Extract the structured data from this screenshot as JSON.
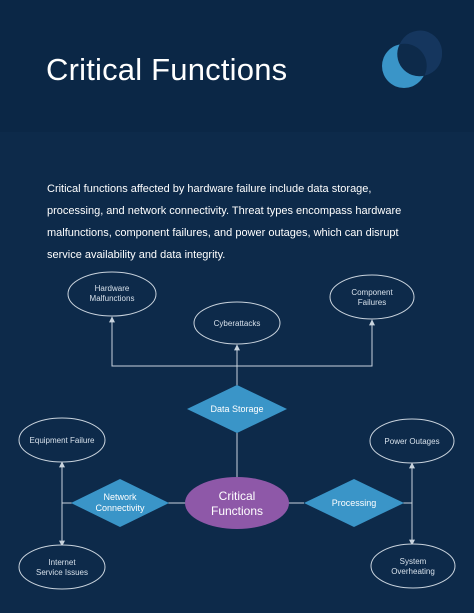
{
  "header": {
    "title": "Critical Functions"
  },
  "intro": {
    "text": "Critical functions affected by hardware failure include data storage, processing, and network connectivity. Threat types encompass hardware malfunctions, component failures, and power outages, which can disrupt service availability and data integrity."
  },
  "diagram": {
    "center": {
      "line1": "Critical",
      "line2": "Functions"
    },
    "hubs": {
      "data_storage": "Data Storage",
      "network_connectivity": {
        "line1": "Network",
        "line2": "Connectivity"
      },
      "processing": "Processing"
    },
    "threats": {
      "hardware_malfunctions": {
        "line1": "Hardware",
        "line2": "Malfunctions"
      },
      "cyberattacks": "Cyberattacks",
      "component_failures": {
        "line1": "Component",
        "line2": "Failures"
      },
      "equipment_failure": "Equipment Failure",
      "power_outages": "Power Outages",
      "internet_service_issues": {
        "line1": "Internet",
        "line2": "Service Issues"
      },
      "system_overheating": {
        "line1": "System",
        "line2": "Overheating"
      }
    }
  },
  "colors": {
    "background": "#0d2a4a",
    "header": "#0b2746",
    "diamond": "#3a95c8",
    "center": "#8e58a8",
    "line": "#c9d3dd"
  }
}
